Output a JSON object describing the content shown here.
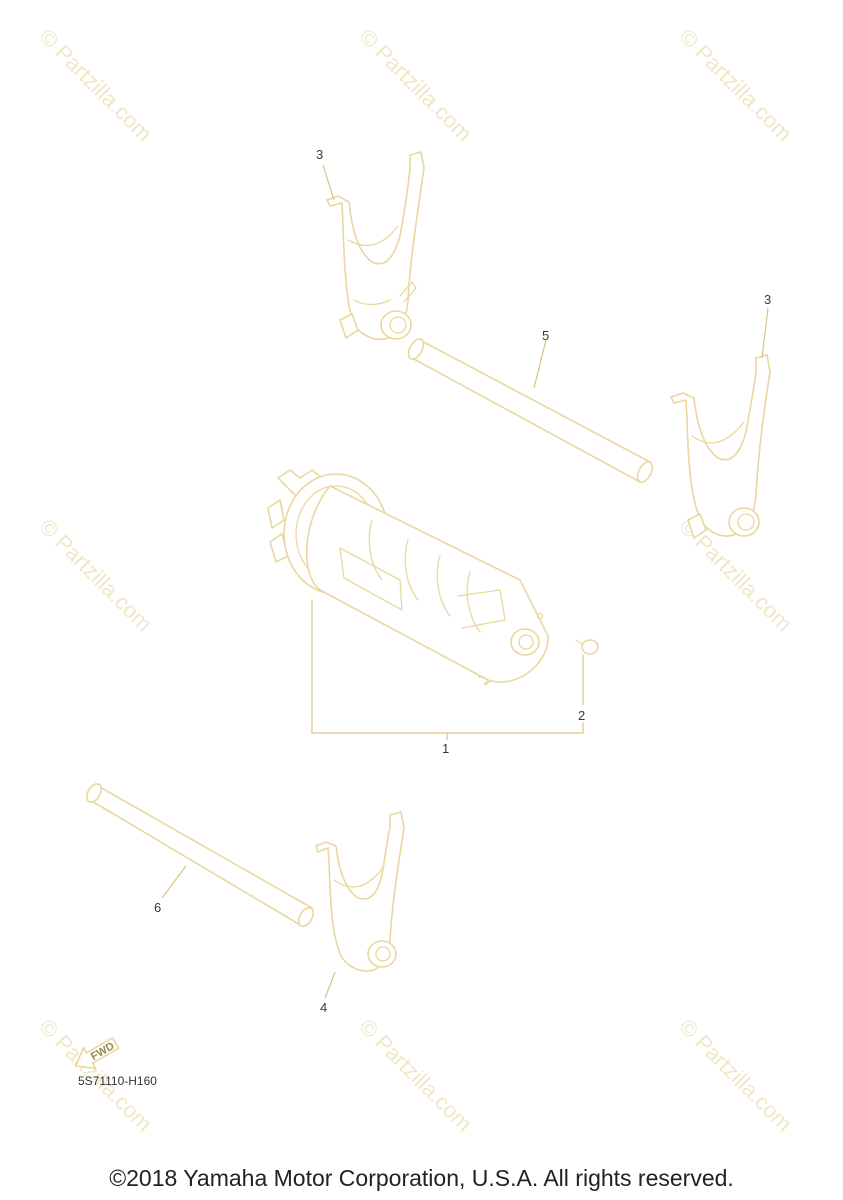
{
  "diagram": {
    "callouts": {
      "c1": "1",
      "c2": "2",
      "c3a": "3",
      "c3b": "3",
      "c4": "4",
      "c5": "5",
      "c6": "6"
    },
    "fwd_label": "FWD",
    "reference_code": "5S71110-H160",
    "copyright": "©2018 Yamaha Motor Corporation, U.S.A. All rights reserved.",
    "watermark": "© Partzilla.com",
    "center_watermark": "© Partzilla.com",
    "colors": {
      "line": "#e9d79e",
      "text": "#222222",
      "watermark": "#f1e7c6"
    }
  }
}
